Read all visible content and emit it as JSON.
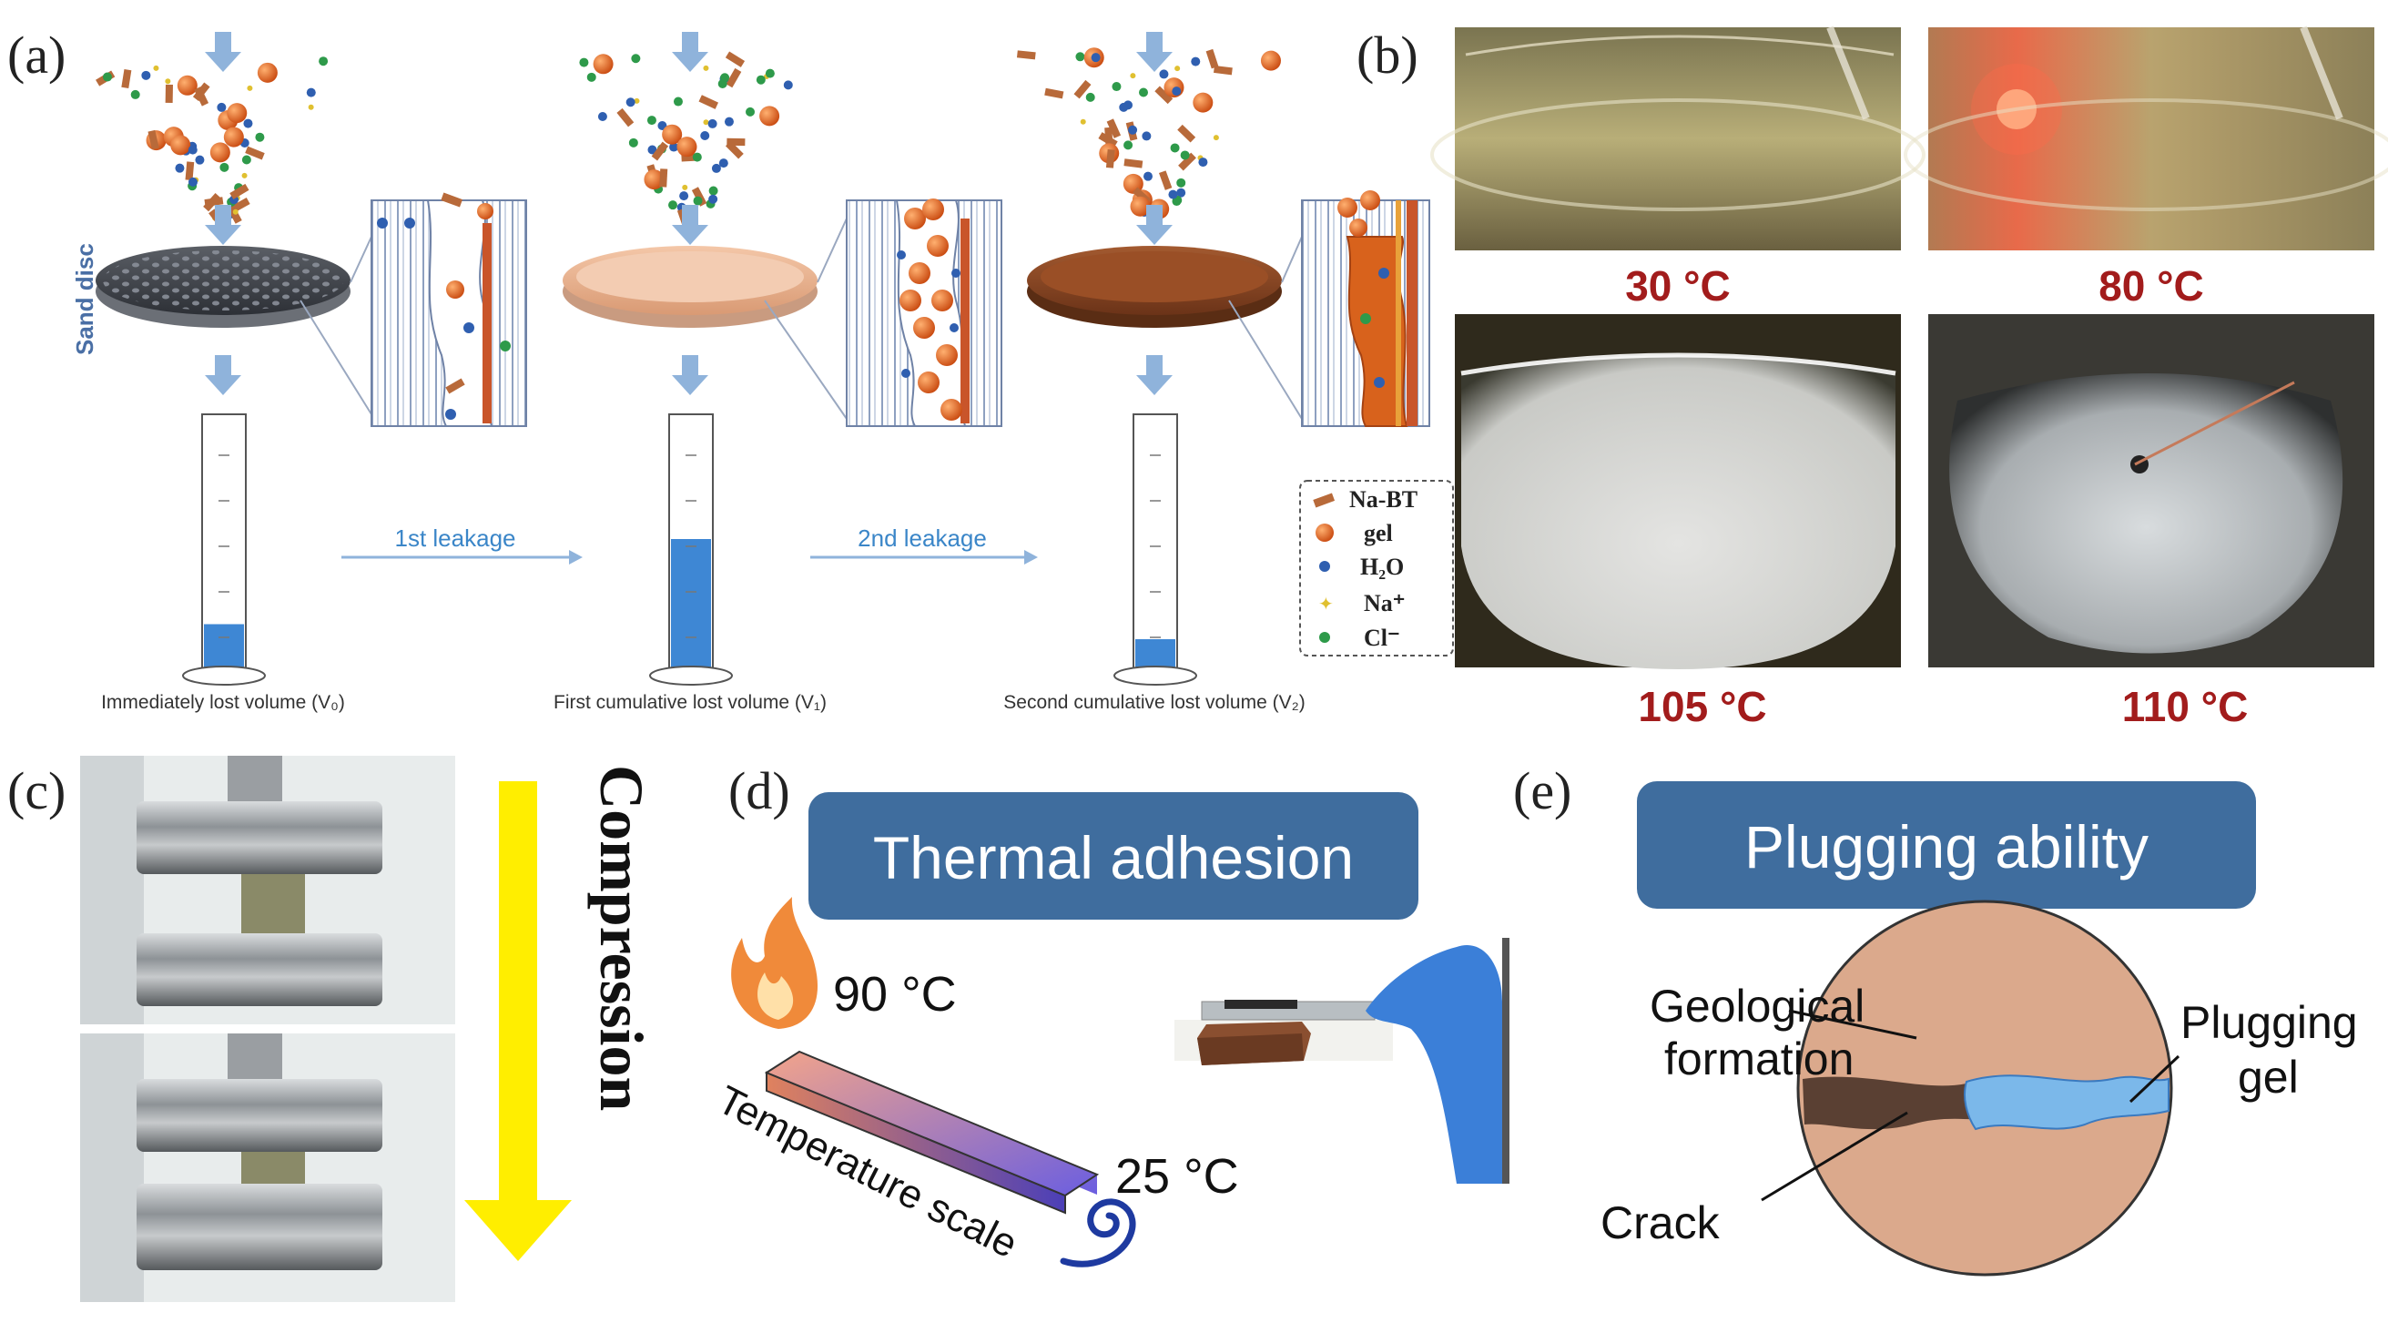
{
  "panels": {
    "a": {
      "label": "(a)",
      "sand_disc_label": "Sand disc",
      "leakage_1": "1st leakage",
      "leakage_2": "2nd leakage",
      "volume_0": "Immediately lost volume (V₀)",
      "volume_1": "First cumulative lost volume (V₁)",
      "volume_2": "Second cumulative lost volume (V₂)",
      "cylinder_fill_levels": [
        0.18,
        0.52,
        0.12
      ],
      "legend": [
        {
          "label": "Na-BT",
          "shape": "flake",
          "color": "#b86a3a"
        },
        {
          "label": "gel",
          "shape": "sphere",
          "color": "#e2621e"
        },
        {
          "label": "H₂O",
          "shape": "dot",
          "color": "#2f5fb0"
        },
        {
          "label": "Na⁺",
          "shape": "star",
          "color": "#e0c030"
        },
        {
          "label": "Cl⁻",
          "shape": "dot",
          "color": "#2e9a4a"
        }
      ]
    },
    "b": {
      "label": "(b)",
      "temperatures": [
        "30 °C",
        "80 °C",
        "105 °C",
        "110 °C"
      ]
    },
    "c": {
      "label": "(c)",
      "arrow_text": "Compression"
    },
    "d": {
      "label": "(d)",
      "title": "Thermal adhesion",
      "hot_temp": "90 °C",
      "cold_temp": "25 °C",
      "scale_label": "Temperature scale"
    },
    "e": {
      "label": "(e)",
      "title": "Plugging ability",
      "formation_label_1": "Geological",
      "formation_label_2": "formation",
      "plugging_label_1": "Plugging",
      "plugging_label_2": "gel",
      "crack_label": "Crack"
    }
  },
  "colors": {
    "title_box": "#3f6d9e",
    "arrow_blue": "#8fb3db",
    "label_red": "#a21c1c",
    "compression_arrow": "#ffee00",
    "formation": "#dba98c",
    "gel": "#7bb8ea",
    "crack": "#5a4033"
  }
}
